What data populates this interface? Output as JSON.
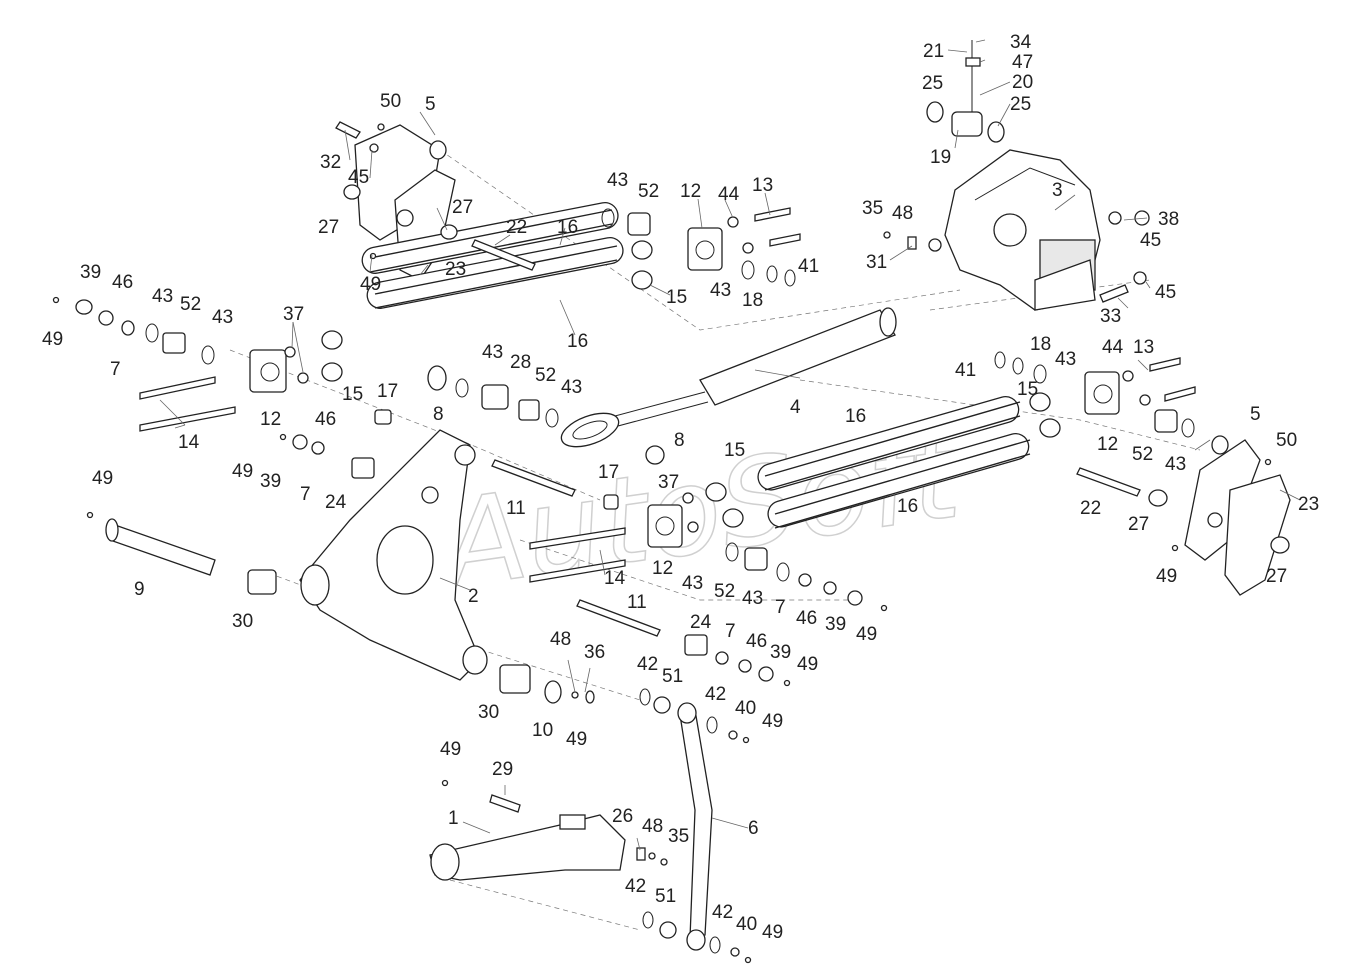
{
  "watermark": "AutoSoft",
  "callouts": [
    {
      "id": "c50a",
      "text": "50"
    },
    {
      "id": "c5a",
      "text": "5"
    },
    {
      "id": "c32",
      "text": "32"
    },
    {
      "id": "c45a",
      "text": "45"
    },
    {
      "id": "c27a",
      "text": "27"
    },
    {
      "id": "c27b",
      "text": "27"
    },
    {
      "id": "c23a",
      "text": "23"
    },
    {
      "id": "c49a",
      "text": "49"
    },
    {
      "id": "c22a",
      "text": "22"
    },
    {
      "id": "c16a",
      "text": "16"
    },
    {
      "id": "c16b",
      "text": "16"
    },
    {
      "id": "c43a",
      "text": "43"
    },
    {
      "id": "c52a",
      "text": "52"
    },
    {
      "id": "c12a",
      "text": "12"
    },
    {
      "id": "c44a",
      "text": "44"
    },
    {
      "id": "c13a",
      "text": "13"
    },
    {
      "id": "c41a",
      "text": "41"
    },
    {
      "id": "c43b",
      "text": "43"
    },
    {
      "id": "c18a",
      "text": "18"
    },
    {
      "id": "c15a",
      "text": "15"
    },
    {
      "id": "c21",
      "text": "21"
    },
    {
      "id": "c34",
      "text": "34"
    },
    {
      "id": "c47",
      "text": "47"
    },
    {
      "id": "c20",
      "text": "20"
    },
    {
      "id": "c25a",
      "text": "25"
    },
    {
      "id": "c25b",
      "text": "25"
    },
    {
      "id": "c19",
      "text": "19"
    },
    {
      "id": "c3",
      "text": "3"
    },
    {
      "id": "c35a",
      "text": "35"
    },
    {
      "id": "c48a",
      "text": "48"
    },
    {
      "id": "c31",
      "text": "31"
    },
    {
      "id": "c38",
      "text": "38"
    },
    {
      "id": "c45b",
      "text": "45"
    },
    {
      "id": "c45c",
      "text": "45"
    },
    {
      "id": "c33",
      "text": "33"
    },
    {
      "id": "c39a",
      "text": "39"
    },
    {
      "id": "c46a",
      "text": "46"
    },
    {
      "id": "c43c",
      "text": "43"
    },
    {
      "id": "c52b",
      "text": "52"
    },
    {
      "id": "c43d",
      "text": "43"
    },
    {
      "id": "c49b",
      "text": "49"
    },
    {
      "id": "c7a",
      "text": "7"
    },
    {
      "id": "c37a",
      "text": "37"
    },
    {
      "id": "c15b",
      "text": "15"
    },
    {
      "id": "c17a",
      "text": "17"
    },
    {
      "id": "c12b",
      "text": "12"
    },
    {
      "id": "c14a",
      "text": "14"
    },
    {
      "id": "c46b",
      "text": "46"
    },
    {
      "id": "c49c",
      "text": "49"
    },
    {
      "id": "c39b",
      "text": "39"
    },
    {
      "id": "c7b",
      "text": "7"
    },
    {
      "id": "c24a",
      "text": "24"
    },
    {
      "id": "c43e",
      "text": "43"
    },
    {
      "id": "c28",
      "text": "28"
    },
    {
      "id": "c52c",
      "text": "52"
    },
    {
      "id": "c43f",
      "text": "43"
    },
    {
      "id": "c8a",
      "text": "8"
    },
    {
      "id": "c8b",
      "text": "8"
    },
    {
      "id": "c4",
      "text": "4"
    },
    {
      "id": "c18b",
      "text": "18"
    },
    {
      "id": "c41b",
      "text": "41"
    },
    {
      "id": "c43g",
      "text": "43"
    },
    {
      "id": "c44b",
      "text": "44"
    },
    {
      "id": "c13b",
      "text": "13"
    },
    {
      "id": "c15c",
      "text": "15"
    },
    {
      "id": "c16c",
      "text": "16"
    },
    {
      "id": "c12c",
      "text": "12"
    },
    {
      "id": "c52d",
      "text": "52"
    },
    {
      "id": "c43h",
      "text": "43"
    },
    {
      "id": "c5b",
      "text": "5"
    },
    {
      "id": "c50b",
      "text": "50"
    },
    {
      "id": "c15d",
      "text": "15"
    },
    {
      "id": "c17b",
      "text": "17"
    },
    {
      "id": "c37b",
      "text": "37"
    },
    {
      "id": "c16d",
      "text": "16"
    },
    {
      "id": "c11a",
      "text": "11"
    },
    {
      "id": "c22b",
      "text": "22"
    },
    {
      "id": "c27c",
      "text": "27"
    },
    {
      "id": "c23b",
      "text": "23"
    },
    {
      "id": "c49d",
      "text": "49"
    },
    {
      "id": "c27d",
      "text": "27"
    },
    {
      "id": "c49e",
      "text": "49"
    },
    {
      "id": "c9",
      "text": "9"
    },
    {
      "id": "c30a",
      "text": "30"
    },
    {
      "id": "c2",
      "text": "2"
    },
    {
      "id": "c14b",
      "text": "14"
    },
    {
      "id": "c12d",
      "text": "12"
    },
    {
      "id": "c43i",
      "text": "43"
    },
    {
      "id": "c52e",
      "text": "52"
    },
    {
      "id": "c43j",
      "text": "43"
    },
    {
      "id": "c7c",
      "text": "7"
    },
    {
      "id": "c46c",
      "text": "46"
    },
    {
      "id": "c39c",
      "text": "39"
    },
    {
      "id": "c49f",
      "text": "49"
    },
    {
      "id": "c11b",
      "text": "11"
    },
    {
      "id": "c24b",
      "text": "24"
    },
    {
      "id": "c7d",
      "text": "7"
    },
    {
      "id": "c46d",
      "text": "46"
    },
    {
      "id": "c39d",
      "text": "39"
    },
    {
      "id": "c49g",
      "text": "49"
    },
    {
      "id": "c48b",
      "text": "48"
    },
    {
      "id": "c36",
      "text": "36"
    },
    {
      "id": "c42a",
      "text": "42"
    },
    {
      "id": "c51a",
      "text": "51"
    },
    {
      "id": "c30b",
      "text": "30"
    },
    {
      "id": "c10",
      "text": "10"
    },
    {
      "id": "c49h",
      "text": "49"
    },
    {
      "id": "c42b",
      "text": "42"
    },
    {
      "id": "c40a",
      "text": "40"
    },
    {
      "id": "c49i",
      "text": "49"
    },
    {
      "id": "c49j",
      "text": "49"
    },
    {
      "id": "c29",
      "text": "29"
    },
    {
      "id": "c1",
      "text": "1"
    },
    {
      "id": "c26",
      "text": "26"
    },
    {
      "id": "c48c",
      "text": "48"
    },
    {
      "id": "c35b",
      "text": "35"
    },
    {
      "id": "c6",
      "text": "6"
    },
    {
      "id": "c42c",
      "text": "42"
    },
    {
      "id": "c51b",
      "text": "51"
    },
    {
      "id": "c42d",
      "text": "42"
    },
    {
      "id": "c40b",
      "text": "40"
    },
    {
      "id": "c49k",
      "text": "49"
    }
  ]
}
